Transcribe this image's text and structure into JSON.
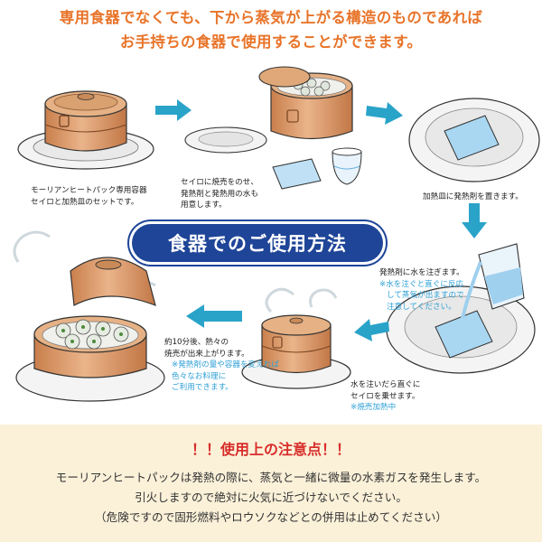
{
  "header": {
    "line1": "専用食器でなくても、下から蒸気が上がる構造のものであれば",
    "line2": "お手持ちの食器で使用することができます。"
  },
  "banner": {
    "title": "食器でのご使用方法"
  },
  "steps": [
    {
      "line1": "モーリアンヒートパック専用容器",
      "line2": "セイロと加熱皿のセットです。"
    },
    {
      "line1": "セイロに焼売をのせ、",
      "line2": "発熱剤と発熱用の水も",
      "line3": "用意します。"
    },
    {
      "line1": "加熱皿に発熱剤を置きます。"
    },
    {
      "line1": "発熱剤に水を注ぎます。",
      "note1": "※水を注ぐと直ぐに反応",
      "note2": "して蒸気が出ますので",
      "note3": "注意してください。"
    },
    {
      "line1": "水を注いだら直ぐに",
      "line2": "セイロを乗せます。",
      "note1": "※焼売加熱中"
    },
    {
      "line1": "約10分後、熱々の",
      "line2": "焼売が出来上がります。",
      "note1": "※発熱剤の量や容器を変えれば",
      "note2": "色々なお料理に",
      "note3": "ご利用できます。"
    }
  ],
  "notice": {
    "title": "！！使用上の注意点！！",
    "line1": "モーリアンヒートパックは発熱の際に、蒸気と一緒に微量の水素ガスを発生します。",
    "line2": "引火しますので絶対に火気に近づけないでください。",
    "line3": "（危険ですので固形燃料やロウソクなどとの併用は止めてください）"
  },
  "colors": {
    "header": "#e8742a",
    "arrow": "#2aa3c9",
    "banner": "#1f4598",
    "notice_bg": "#fbf1d9",
    "notice_title": "#d82d2a",
    "note": "#2ea0d6",
    "wood": "#e2a374"
  }
}
